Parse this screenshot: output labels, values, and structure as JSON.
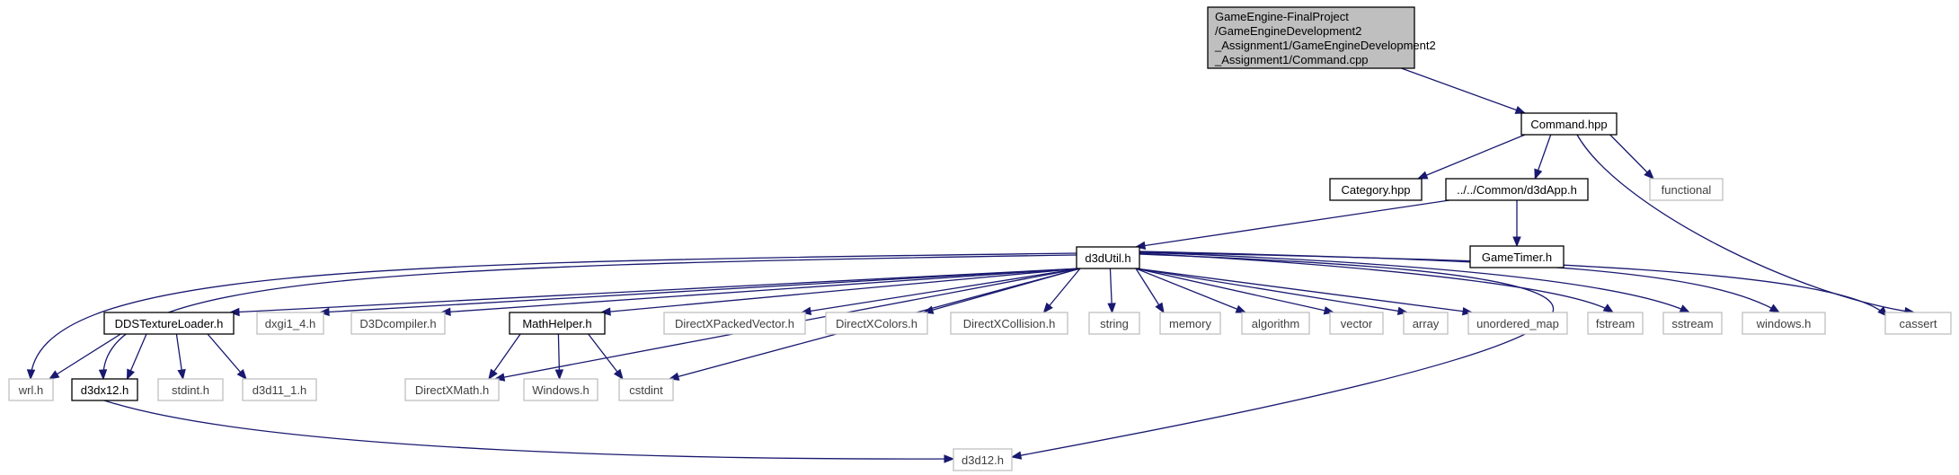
{
  "graph": {
    "colors": {
      "edge": "#191970",
      "root_fill": "#bfbfbf",
      "node_border": "#000000",
      "external_border": "#bfbfbf",
      "external_text": "#404040"
    },
    "nodes": [
      {
        "id": "root",
        "kind": "root",
        "lines": [
          "GameEngine-FinalProject",
          "/GameEngineDevelopment2",
          "_Assignment1/GameEngineDevelopment2",
          "_Assignment1/Command.cpp"
        ]
      },
      {
        "id": "command_hpp",
        "kind": "defined",
        "lines": [
          "Command.hpp"
        ]
      },
      {
        "id": "category_hpp",
        "kind": "defined",
        "lines": [
          "Category.hpp"
        ]
      },
      {
        "id": "d3dapp_h",
        "kind": "defined",
        "lines": [
          "../../Common/d3dApp.h"
        ]
      },
      {
        "id": "functional",
        "kind": "external",
        "lines": [
          "functional"
        ]
      },
      {
        "id": "d3dutil_h",
        "kind": "defined",
        "lines": [
          "d3dUtil.h"
        ]
      },
      {
        "id": "gametimer_h",
        "kind": "defined",
        "lines": [
          "GameTimer.h"
        ]
      },
      {
        "id": "cassert",
        "kind": "external",
        "lines": [
          "cassert"
        ]
      },
      {
        "id": "ddstextureloader_h",
        "kind": "defined",
        "lines": [
          "DDSTextureLoader.h"
        ]
      },
      {
        "id": "dxgi1_4_h",
        "kind": "external",
        "lines": [
          "dxgi1_4.h"
        ]
      },
      {
        "id": "d3dcompiler_h",
        "kind": "external",
        "lines": [
          "D3Dcompiler.h"
        ]
      },
      {
        "id": "mathhelper_h",
        "kind": "defined",
        "lines": [
          "MathHelper.h"
        ]
      },
      {
        "id": "directxpackedvector_h",
        "kind": "external",
        "lines": [
          "DirectXPackedVector.h"
        ]
      },
      {
        "id": "directxcolors_h",
        "kind": "external",
        "lines": [
          "DirectXColors.h"
        ]
      },
      {
        "id": "directxcollision_h",
        "kind": "external",
        "lines": [
          "DirectXCollision.h"
        ]
      },
      {
        "id": "string",
        "kind": "external",
        "lines": [
          "string"
        ]
      },
      {
        "id": "memory",
        "kind": "external",
        "lines": [
          "memory"
        ]
      },
      {
        "id": "algorithm",
        "kind": "external",
        "lines": [
          "algorithm"
        ]
      },
      {
        "id": "vector",
        "kind": "external",
        "lines": [
          "vector"
        ]
      },
      {
        "id": "array",
        "kind": "external",
        "lines": [
          "array"
        ]
      },
      {
        "id": "unordered_map",
        "kind": "external",
        "lines": [
          "unordered_map"
        ]
      },
      {
        "id": "fstream",
        "kind": "external",
        "lines": [
          "fstream"
        ]
      },
      {
        "id": "sstream",
        "kind": "external",
        "lines": [
          "sstream"
        ]
      },
      {
        "id": "windows_h",
        "kind": "external",
        "lines": [
          "windows.h"
        ]
      },
      {
        "id": "wrl_h",
        "kind": "external",
        "lines": [
          "wrl.h"
        ]
      },
      {
        "id": "d3dx12_h",
        "kind": "defined",
        "lines": [
          "d3dx12.h"
        ]
      },
      {
        "id": "stdint_h",
        "kind": "external",
        "lines": [
          "stdint.h"
        ]
      },
      {
        "id": "d3d11_1_h",
        "kind": "external",
        "lines": [
          "d3d11_1.h"
        ]
      },
      {
        "id": "directxmath_h",
        "kind": "external",
        "lines": [
          "DirectXMath.h"
        ]
      },
      {
        "id": "windows_h_cap",
        "kind": "external",
        "lines": [
          "Windows.h"
        ]
      },
      {
        "id": "cstdint",
        "kind": "external",
        "lines": [
          "cstdint"
        ]
      },
      {
        "id": "d3d12_h",
        "kind": "external",
        "lines": [
          "d3d12.h"
        ]
      }
    ],
    "edges": [
      [
        "root",
        "command_hpp"
      ],
      [
        "command_hpp",
        "category_hpp"
      ],
      [
        "command_hpp",
        "d3dapp_h"
      ],
      [
        "command_hpp",
        "functional"
      ],
      [
        "command_hpp",
        "cassert"
      ],
      [
        "d3dapp_h",
        "d3dutil_h"
      ],
      [
        "d3dapp_h",
        "gametimer_h"
      ],
      [
        "d3dutil_h",
        "wrl_h"
      ],
      [
        "d3dutil_h",
        "d3dx12_h"
      ],
      [
        "d3dutil_h",
        "ddstextureloader_h"
      ],
      [
        "d3dutil_h",
        "dxgi1_4_h"
      ],
      [
        "d3dutil_h",
        "d3dcompiler_h"
      ],
      [
        "d3dutil_h",
        "directxmath_h"
      ],
      [
        "d3dutil_h",
        "mathhelper_h"
      ],
      [
        "d3dutil_h",
        "cstdint"
      ],
      [
        "d3dutil_h",
        "directxpackedvector_h"
      ],
      [
        "d3dutil_h",
        "directxcolors_h"
      ],
      [
        "d3dutil_h",
        "directxcollision_h"
      ],
      [
        "d3dutil_h",
        "string"
      ],
      [
        "d3dutil_h",
        "memory"
      ],
      [
        "d3dutil_h",
        "algorithm"
      ],
      [
        "d3dutil_h",
        "vector"
      ],
      [
        "d3dutil_h",
        "array"
      ],
      [
        "d3dutil_h",
        "unordered_map"
      ],
      [
        "d3dutil_h",
        "fstream"
      ],
      [
        "d3dutil_h",
        "sstream"
      ],
      [
        "d3dutil_h",
        "windows_h"
      ],
      [
        "d3dutil_h",
        "cassert"
      ],
      [
        "d3dutil_h",
        "d3d12_h"
      ],
      [
        "ddstextureloader_h",
        "wrl_h"
      ],
      [
        "ddstextureloader_h",
        "d3dx12_h"
      ],
      [
        "ddstextureloader_h",
        "stdint_h"
      ],
      [
        "ddstextureloader_h",
        "d3d11_1_h"
      ],
      [
        "mathhelper_h",
        "directxmath_h"
      ],
      [
        "mathhelper_h",
        "windows_h_cap"
      ],
      [
        "mathhelper_h",
        "cstdint"
      ],
      [
        "d3dx12_h",
        "d3d12_h"
      ]
    ]
  }
}
